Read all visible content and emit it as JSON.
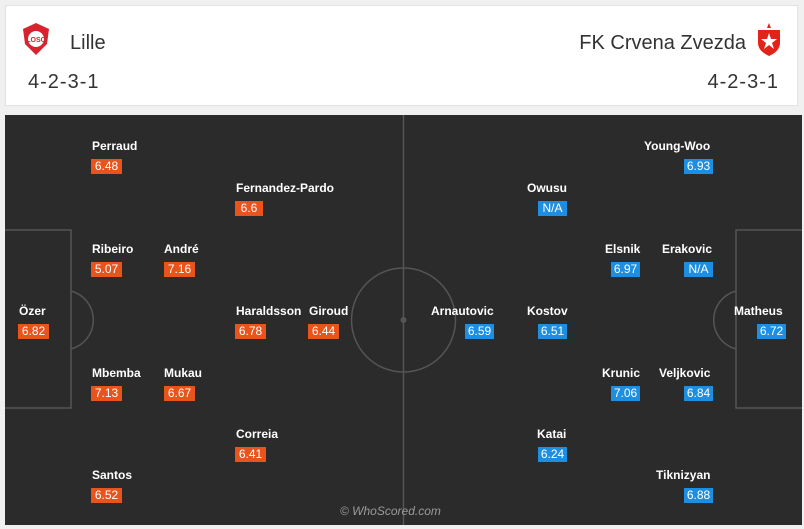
{
  "home": {
    "name": "Lille",
    "formation": "4-2-3-1",
    "crest_color": "#d6232f",
    "players": [
      {
        "key": "perraud",
        "name": "Perraud",
        "rating": "6.48"
      },
      {
        "key": "fernandez-pardo",
        "name": "Fernandez-Pardo",
        "rating": "6.6"
      },
      {
        "key": "ribeiro",
        "name": "Ribeiro",
        "rating": "5.07"
      },
      {
        "key": "andre",
        "name": "André",
        "rating": "7.16"
      },
      {
        "key": "ozer",
        "name": "Özer",
        "rating": "6.82"
      },
      {
        "key": "haraldsson",
        "name": "Haraldsson",
        "rating": "6.78"
      },
      {
        "key": "giroud",
        "name": "Giroud",
        "rating": "6.44"
      },
      {
        "key": "mbemba",
        "name": "Mbemba",
        "rating": "7.13"
      },
      {
        "key": "mukau",
        "name": "Mukau",
        "rating": "6.67"
      },
      {
        "key": "correia",
        "name": "Correia",
        "rating": "6.41"
      },
      {
        "key": "santos",
        "name": "Santos",
        "rating": "6.52"
      }
    ]
  },
  "away": {
    "name": "FK Crvena Zvezda",
    "formation": "4-2-3-1",
    "crest_color": "#e2231a",
    "players": [
      {
        "key": "young-woo",
        "name": "Young-Woo",
        "rating": "6.93"
      },
      {
        "key": "owusu",
        "name": "Owusu",
        "rating": "N/A"
      },
      {
        "key": "elsnik",
        "name": "Elsnik",
        "rating": "6.97"
      },
      {
        "key": "erakovic",
        "name": "Erakovic",
        "rating": "N/A"
      },
      {
        "key": "arnautovic",
        "name": "Arnautovic",
        "rating": "6.59"
      },
      {
        "key": "kostov",
        "name": "Kostov",
        "rating": "6.51"
      },
      {
        "key": "matheus",
        "name": "Matheus",
        "rating": "6.72"
      },
      {
        "key": "krunic",
        "name": "Krunic",
        "rating": "7.06"
      },
      {
        "key": "veljkovic",
        "name": "Veljkovic",
        "rating": "6.84"
      },
      {
        "key": "katai",
        "name": "Katai",
        "rating": "6.24"
      },
      {
        "key": "tiknizyan",
        "name": "Tiknizyan",
        "rating": "6.88"
      }
    ]
  },
  "colors": {
    "home_rating": "#e8541c",
    "away_rating": "#1e8ee0",
    "pitch": "#2b2b2b",
    "pitch_lines": "#555555"
  },
  "watermark": "© WhoScored.com"
}
